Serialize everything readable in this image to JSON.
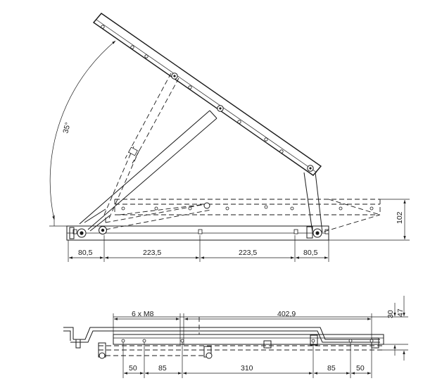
{
  "side_view": {
    "angle_label": "35°",
    "bottom_dims": [
      "80,5",
      "223,5",
      "223,5",
      "80,5"
    ],
    "height_dim": "102"
  },
  "top_view": {
    "thread_label": "6 x M8",
    "length_dim": "402,9",
    "bottom_dims": [
      "50",
      "85",
      "310",
      "85",
      "50"
    ],
    "right_dims": [
      "30",
      "47"
    ]
  }
}
